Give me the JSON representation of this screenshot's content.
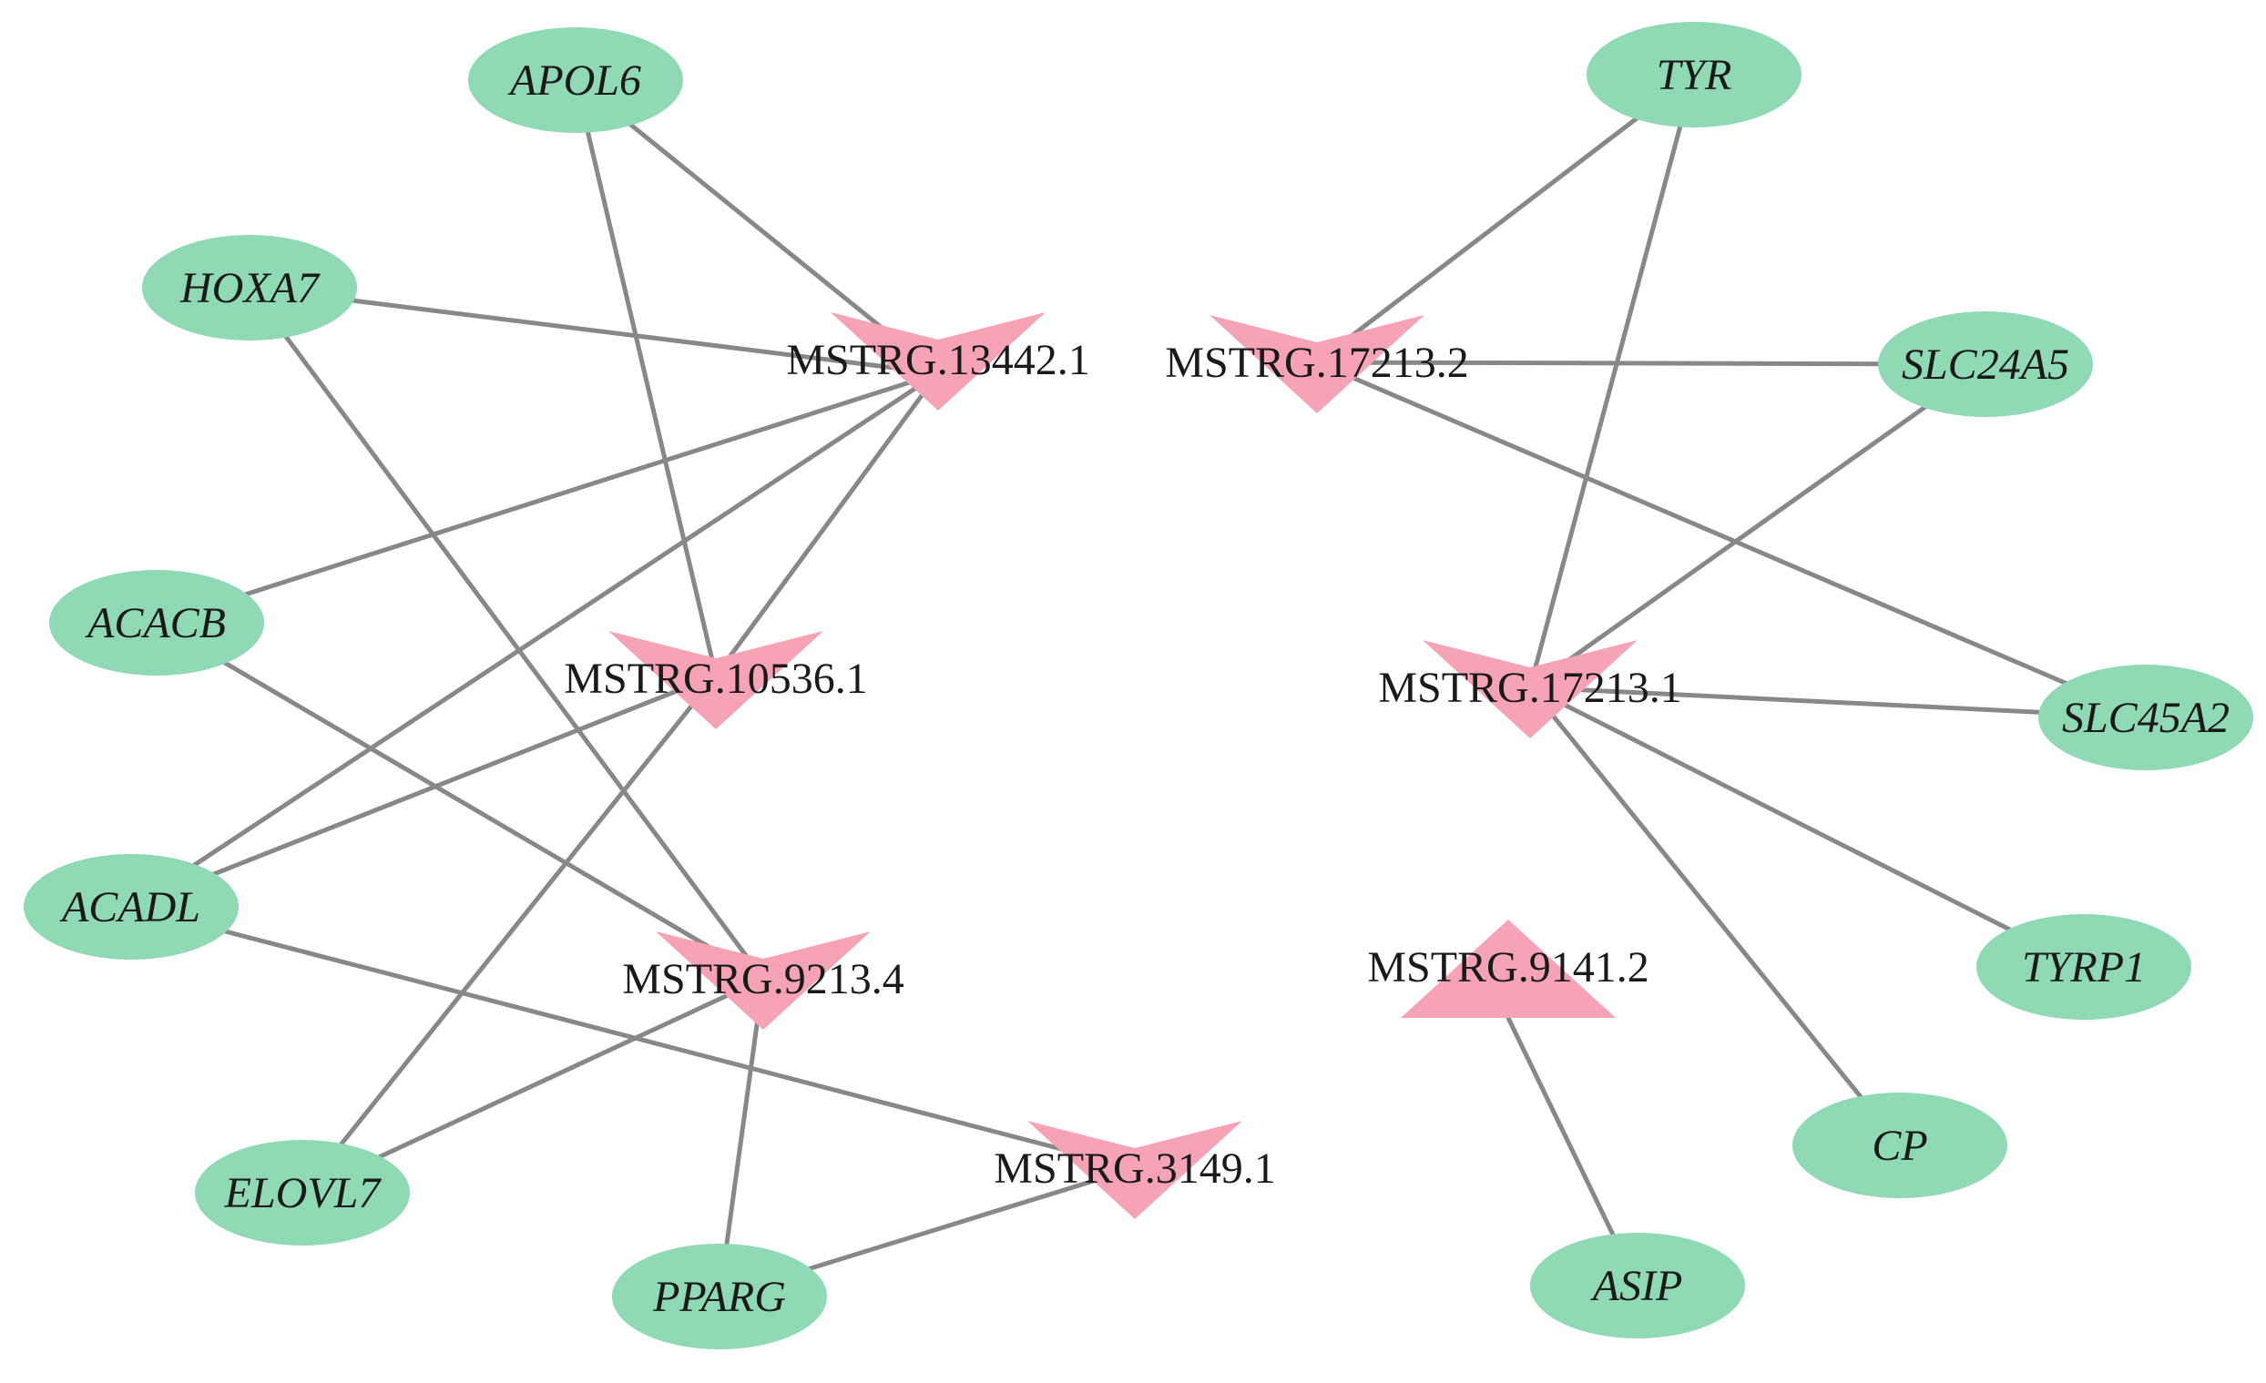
{
  "colors": {
    "gene_fill": "#8fd9b4",
    "lncrna_fill": "#f7a3b6",
    "edge": "#888888",
    "text": "#1a1a1a",
    "background": "#ffffff"
  },
  "genes": [
    {
      "id": "APOL6",
      "label": "APOL6"
    },
    {
      "id": "HOXA7",
      "label": "HOXA7"
    },
    {
      "id": "ACACB",
      "label": "ACACB"
    },
    {
      "id": "ACADL",
      "label": "ACADL"
    },
    {
      "id": "ELOVL7",
      "label": "ELOVL7"
    },
    {
      "id": "PPARG",
      "label": "PPARG"
    },
    {
      "id": "TYR",
      "label": "TYR"
    },
    {
      "id": "SLC24A5",
      "label": "SLC24A5"
    },
    {
      "id": "SLC45A2",
      "label": "SLC45A2"
    },
    {
      "id": "TYRP1",
      "label": "TYRP1"
    },
    {
      "id": "CP",
      "label": "CP"
    },
    {
      "id": "ASIP",
      "label": "ASIP"
    }
  ],
  "lncrnas": [
    {
      "id": "MSTRG.13442.1",
      "label": "MSTRG.13442.1",
      "shape": "v-down"
    },
    {
      "id": "MSTRG.10536.1",
      "label": "MSTRG.10536.1",
      "shape": "v-down"
    },
    {
      "id": "MSTRG.9213.4",
      "label": "MSTRG.9213.4",
      "shape": "v-down"
    },
    {
      "id": "MSTRG.3149.1",
      "label": "MSTRG.3149.1",
      "shape": "v-down"
    },
    {
      "id": "MSTRG.17213.2",
      "label": "MSTRG.17213.2",
      "shape": "v-down"
    },
    {
      "id": "MSTRG.17213.1",
      "label": "MSTRG.17213.1",
      "shape": "v-down"
    },
    {
      "id": "MSTRG.9141.2",
      "label": "MSTRG.9141.2",
      "shape": "triangle-up"
    }
  ],
  "edges": [
    [
      "APOL6",
      "MSTRG.13442.1"
    ],
    [
      "APOL6",
      "MSTRG.10536.1"
    ],
    [
      "HOXA7",
      "MSTRG.13442.1"
    ],
    [
      "HOXA7",
      "MSTRG.9213.4"
    ],
    [
      "ACACB",
      "MSTRG.13442.1"
    ],
    [
      "ACACB",
      "MSTRG.9213.4"
    ],
    [
      "ACADL",
      "MSTRG.13442.1"
    ],
    [
      "ACADL",
      "MSTRG.10536.1"
    ],
    [
      "ACADL",
      "MSTRG.3149.1"
    ],
    [
      "ELOVL7",
      "MSTRG.10536.1"
    ],
    [
      "ELOVL7",
      "MSTRG.9213.4"
    ],
    [
      "PPARG",
      "MSTRG.9213.4"
    ],
    [
      "PPARG",
      "MSTRG.3149.1"
    ],
    [
      "MSTRG.13442.1",
      "MSTRG.10536.1"
    ],
    [
      "TYR",
      "MSTRG.17213.2"
    ],
    [
      "TYR",
      "MSTRG.17213.1"
    ],
    [
      "SLC24A5",
      "MSTRG.17213.2"
    ],
    [
      "SLC24A5",
      "MSTRG.17213.1"
    ],
    [
      "SLC45A2",
      "MSTRG.17213.2"
    ],
    [
      "SLC45A2",
      "MSTRG.17213.1"
    ],
    [
      "TYRP1",
      "MSTRG.17213.1"
    ],
    [
      "CP",
      "MSTRG.17213.1"
    ],
    [
      "ASIP",
      "MSTRG.9141.2"
    ]
  ]
}
